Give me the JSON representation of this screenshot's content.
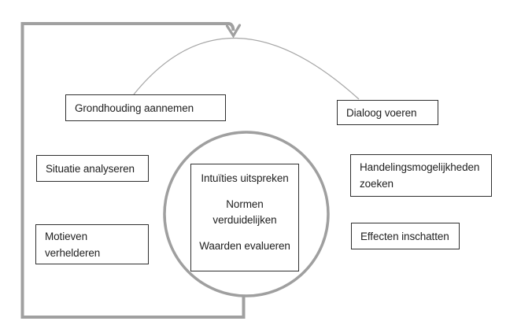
{
  "diagram": {
    "boxes": {
      "grondhouding": {
        "label": "Grondhouding aannemen"
      },
      "dialoog": {
        "label": "Dialoog voeren"
      },
      "situatie": {
        "label": "Situatie analyseren"
      },
      "handelingsmogelijkheden": {
        "lines": [
          "Handelingsmogelijkheden",
          "zoeken"
        ]
      },
      "motieven": {
        "lines": [
          "Motieven",
          "verhelderen"
        ]
      },
      "effecten": {
        "label": "Effecten inschatten"
      },
      "center": {
        "lines": [
          "Intuïties uitspreken",
          "Normen",
          "verduidelijken",
          "Waarden evalueren"
        ]
      }
    },
    "colors": {
      "loop_arrow": "#a0a0a0",
      "top_arc": "#a6a6a6",
      "circle": "#9f9f9f",
      "box_border": "#2f2f2f",
      "text": "#1f1f1f",
      "background": "#ffffff"
    }
  }
}
